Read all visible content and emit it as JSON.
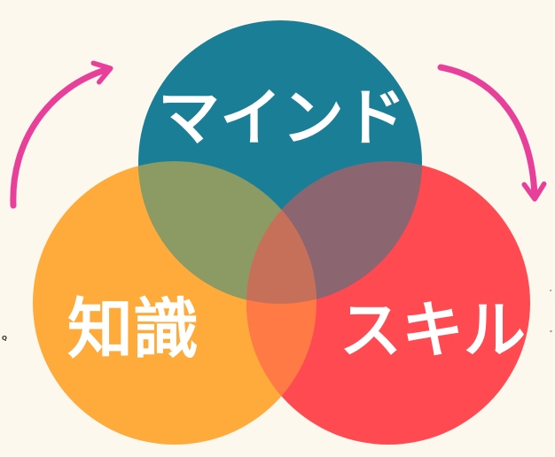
{
  "diagram": {
    "circles": [
      {
        "id": "mind",
        "label": "マインド",
        "color": "#1a7f96"
      },
      {
        "id": "knowledge",
        "label": "知識",
        "color": "#ffab3c"
      },
      {
        "id": "skill",
        "label": "スキル",
        "color": "#ff4a52"
      }
    ],
    "overlaps": {
      "mind_knowledge": "#8c9a63",
      "mind_skill": "#8b6670",
      "knowledge_skill": "#ff7a45",
      "center": "#c6705a"
    },
    "arrow_color": "#e8409a",
    "margin_marks": {
      "left": "Q",
      "right_top": "'",
      "right_bottom": "-"
    }
  }
}
